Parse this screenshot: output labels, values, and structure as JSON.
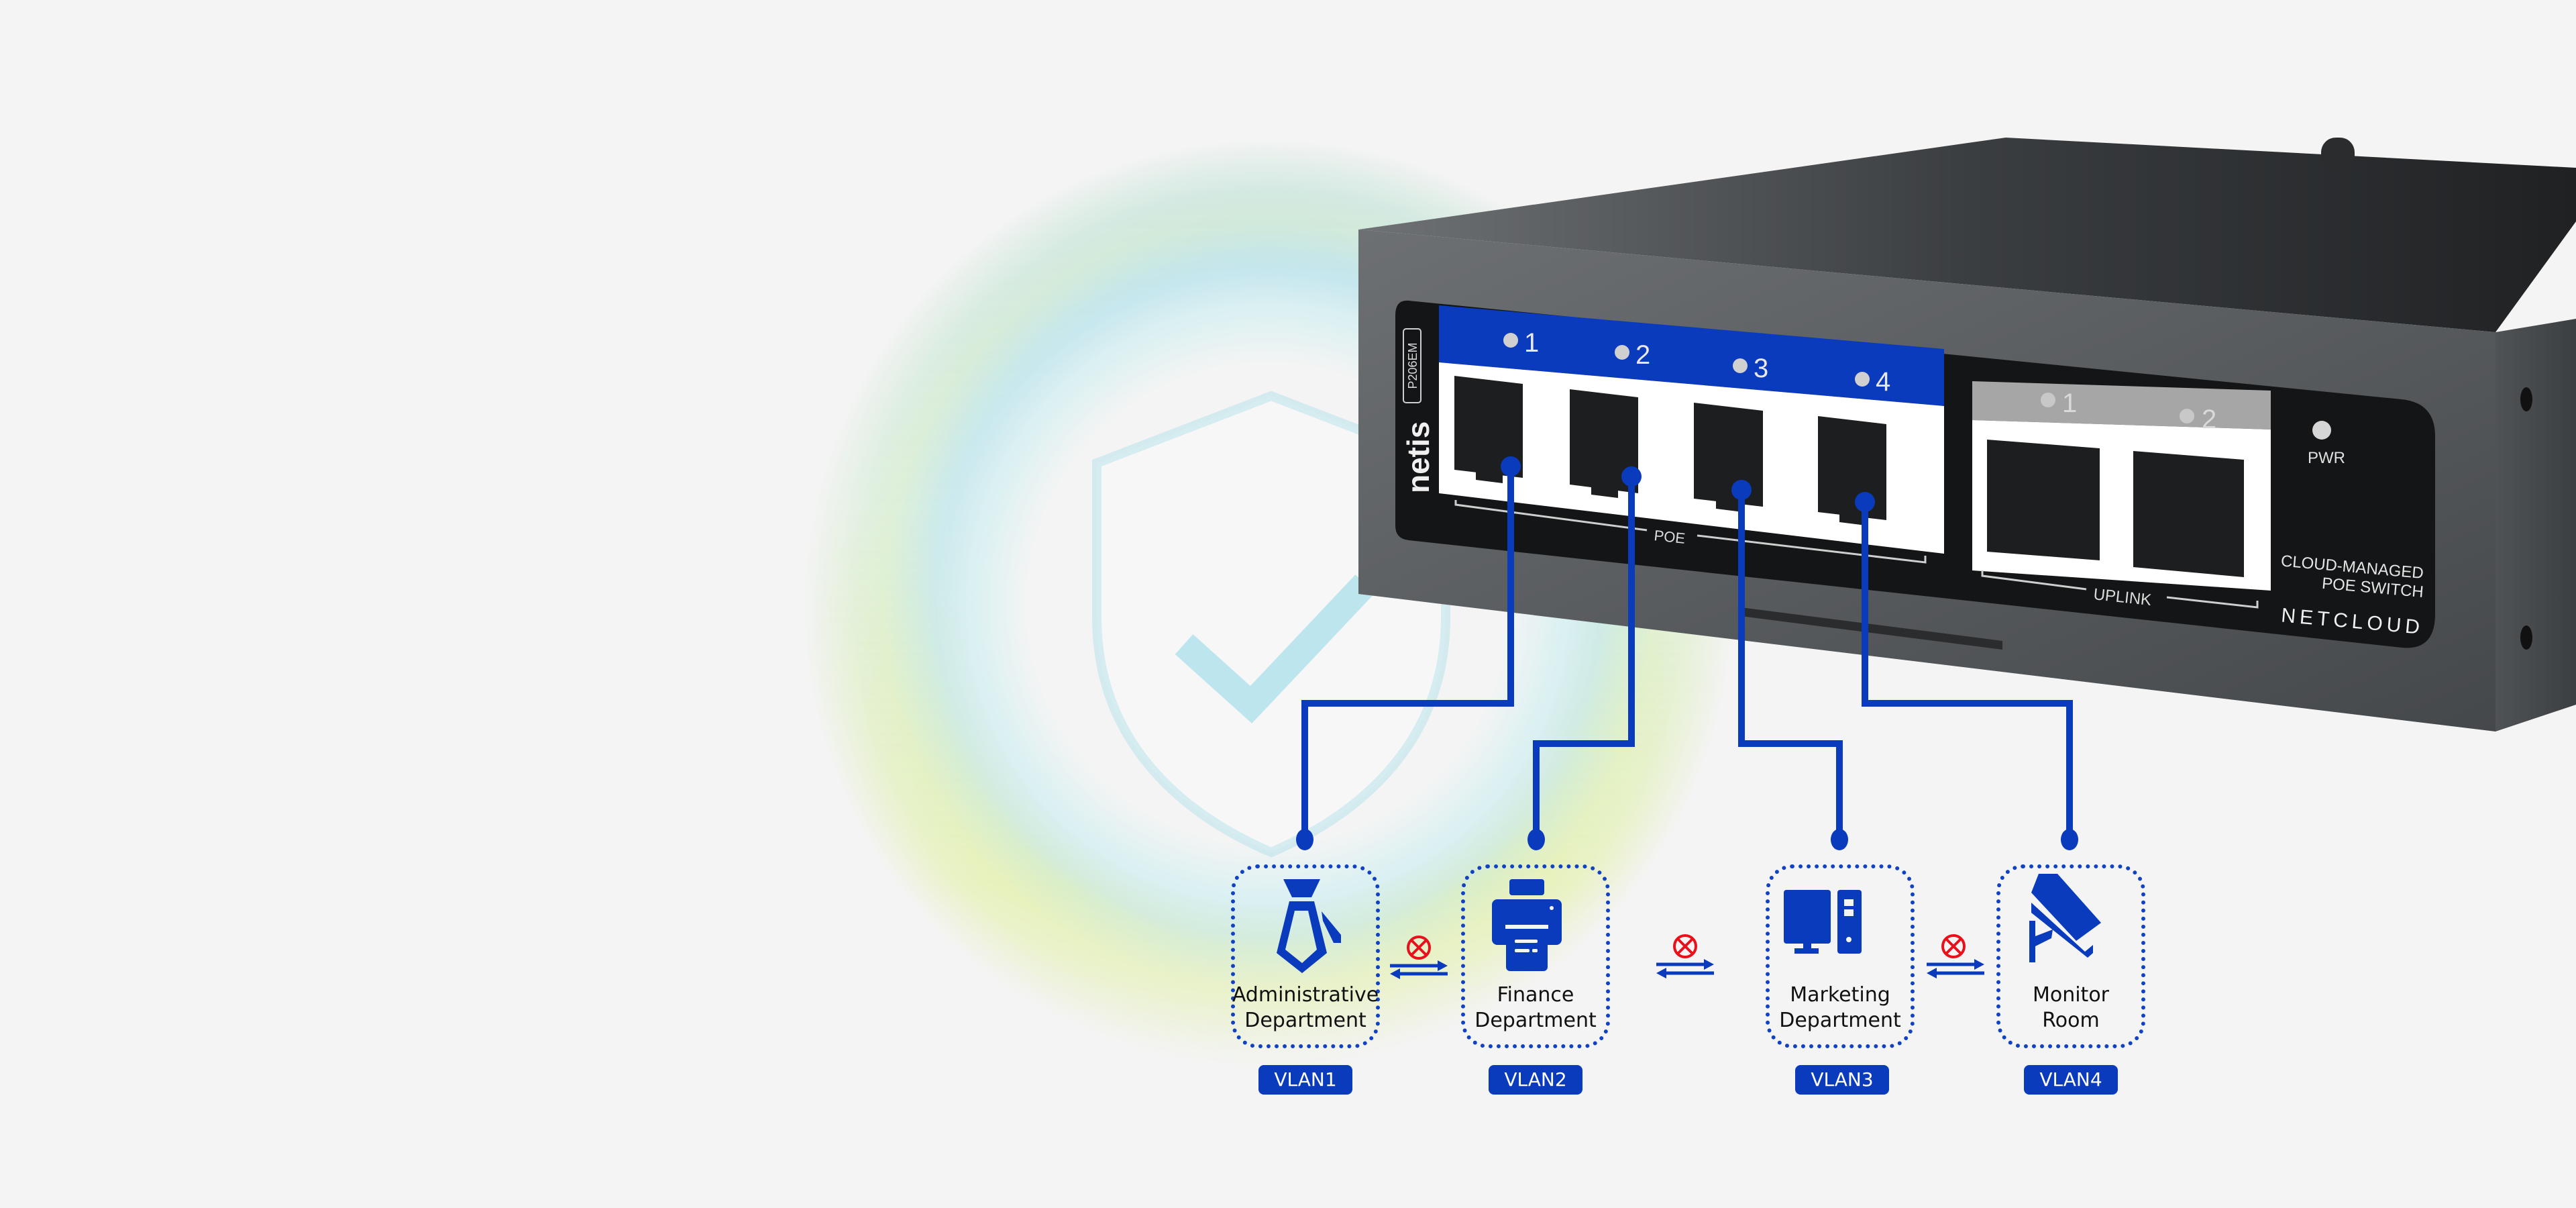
{
  "switch": {
    "brand": "netis",
    "model": "P206EM",
    "poe_ports": [
      {
        "label": "1"
      },
      {
        "label": "2"
      },
      {
        "label": "3"
      },
      {
        "label": "4"
      }
    ],
    "poe_group_label": "POE",
    "uplink_ports": [
      {
        "label": "1"
      },
      {
        "label": "2"
      }
    ],
    "uplink_group_label": "UPLINK",
    "power_led_label": "PWR",
    "product_line1": "CLOUD-MANAGED",
    "product_line2": "POE SWITCH",
    "series_logo": "NETCLOUD",
    "poe_band_color": "#0a3bbd",
    "uplink_band_color": "#a6a6a6"
  },
  "departments": [
    {
      "name_line1": "Administrative",
      "name_line2": "Department",
      "vlan": "VLAN1",
      "icon": "necktie-icon",
      "port": "1"
    },
    {
      "name_line1": "Finance",
      "name_line2": "Department",
      "vlan": "VLAN2",
      "icon": "printer-icon",
      "port": "2"
    },
    {
      "name_line1": "Marketing",
      "name_line2": "Department",
      "vlan": "VLAN3",
      "icon": "desktop-computer-icon",
      "port": "3"
    },
    {
      "name_line1": "Monitor",
      "name_line2": "Room",
      "vlan": "VLAN4",
      "icon": "security-camera-icon",
      "port": "4"
    }
  ],
  "isolation": {
    "blocked_icon": "blocked-circle-x-icon",
    "arrow_icon": "bidirectional-arrows-icon"
  },
  "colors": {
    "accent_blue": "#0a3bbd",
    "blocked_red": "#e8101a",
    "background": "#f4f4f4"
  }
}
